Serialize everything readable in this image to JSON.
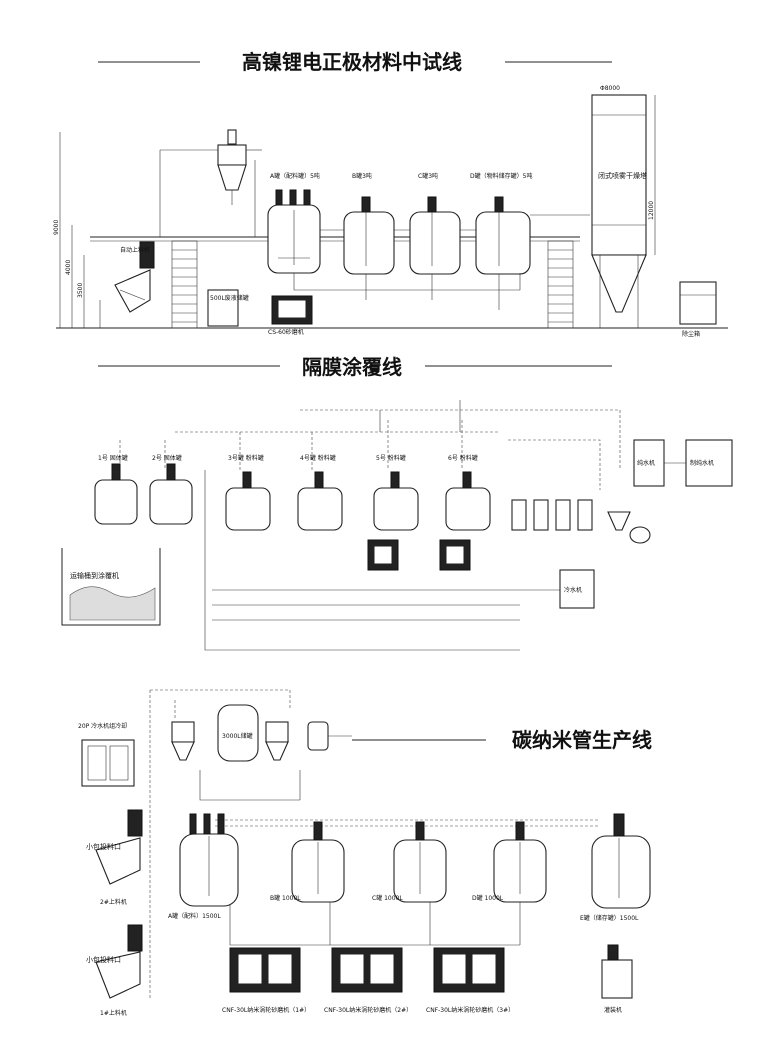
{
  "titles": {
    "section1": "高镍锂电正极材料中试线",
    "section2": "隔膜涂覆线",
    "section3": "碳纳米管生产线"
  },
  "section1": {
    "labels": {
      "tank_a": "A罐（配料罐）5吨",
      "tank_b": "B罐3吨",
      "tank_c": "C罐3吨",
      "tank_d": "D罐（物料储存罐）5吨",
      "dryer": "闭式喷雾干燥塔",
      "dryer_dim": "Φ8000",
      "dryer_height": "12000",
      "auto_feeder": "自动上料机",
      "kettle_500l": "500L废液储罐",
      "mill": "CS-60砂磨机",
      "height_9000": "9000",
      "height_4000": "4000",
      "height_3500": "3500",
      "collector": "除尘箱"
    }
  },
  "section2": {
    "labels": {
      "tank1": "1号 固体罐",
      "tank2": "2号 固体罐",
      "tank3": "3号罐 粉料罐",
      "tank4": "4号罐 粉料罐",
      "tank5": "5号 粉料罐",
      "tank6": "6号 粉料罐",
      "conveyor": "运输桶到涂覆机",
      "water_machine": "冷水机",
      "pure_water": "纯水机",
      "chiller": "制纯水机"
    }
  },
  "section3": {
    "labels": {
      "chiller_unit": "20P 冷水机组冷却",
      "small_feed_1": "小包投料口",
      "small_feed_2": "小包投料口",
      "feeder_2": "2#上料机",
      "feeder_1": "1#上料机",
      "tank_a": "A罐（配料）1500L",
      "tank_b": "B罐 1000L",
      "tank_c": "C罐 1000L",
      "tank_d": "D罐 1000L",
      "tank_e": "E罐（储存罐）1500L",
      "mill_1": "CNF-30L纳米涡轮砂磨机（1#）",
      "mill_2": "CNF-30L纳米涡轮砂磨机（2#）",
      "mill_3": "CNF-30L纳米涡轮砂磨机（3#）",
      "filler": "灌装机",
      "tank_3000": "3000L储罐"
    }
  }
}
